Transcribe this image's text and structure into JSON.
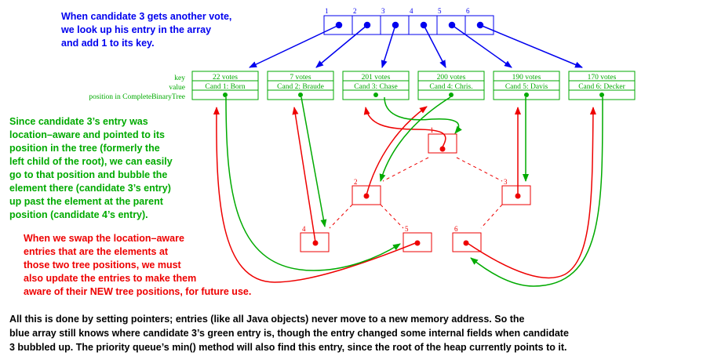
{
  "colors": {
    "array": "#0000ee",
    "entries": "#00aa00",
    "tree": "#ee0000",
    "text": "#000000"
  },
  "array": {
    "indices": [
      "1",
      "2",
      "3",
      "4",
      "5",
      "6"
    ]
  },
  "entry_field_labels": {
    "key": "key",
    "value": "value",
    "position": "position in CompleteBinaryTree"
  },
  "entries": [
    {
      "key": "22 votes",
      "value": "Cand 1: Born"
    },
    {
      "key": "7 votes",
      "value": "Cand 2: Braude"
    },
    {
      "key": "201 votes",
      "value": "Cand 3: Chase"
    },
    {
      "key": "200 votes",
      "value": "Cand 4: Chris."
    },
    {
      "key": "190 votes",
      "value": "Cand 5: Davis"
    },
    {
      "key": "170 votes",
      "value": "Cand 6: Decker"
    }
  ],
  "tree": {
    "nodes": [
      "1",
      "2",
      "3",
      "4",
      "5",
      "6"
    ]
  },
  "notes": {
    "blue": [
      "When candidate 3 gets another vote,",
      "we look up his entry in the array",
      "and add 1 to its key."
    ],
    "green": [
      "Since candidate 3’s entry was",
      "location–aware and pointed to its",
      "position in the tree (formerly the",
      "left child of the root), we can easily",
      "go to that position and bubble the",
      "element there (candidate 3’s entry)",
      "up past the element at the parent",
      "position (candidate 4’s entry)."
    ],
    "red": [
      "When we swap the location–aware",
      "entries that are the elements at",
      "those two tree positions, we must",
      "also update the entries to make them",
      "aware of their NEW tree positions, for future use."
    ],
    "black": [
      "All this is done by setting pointers; entries (like all Java objects) never move to a new memory address. So the",
      "blue array still knows where candidate 3’s green entry is, though the entry changed some internal fields when candidate",
      "3 bubbled up.  The priority queue’s min() method will also find this entry, since the root of the heap currently points to it."
    ]
  }
}
